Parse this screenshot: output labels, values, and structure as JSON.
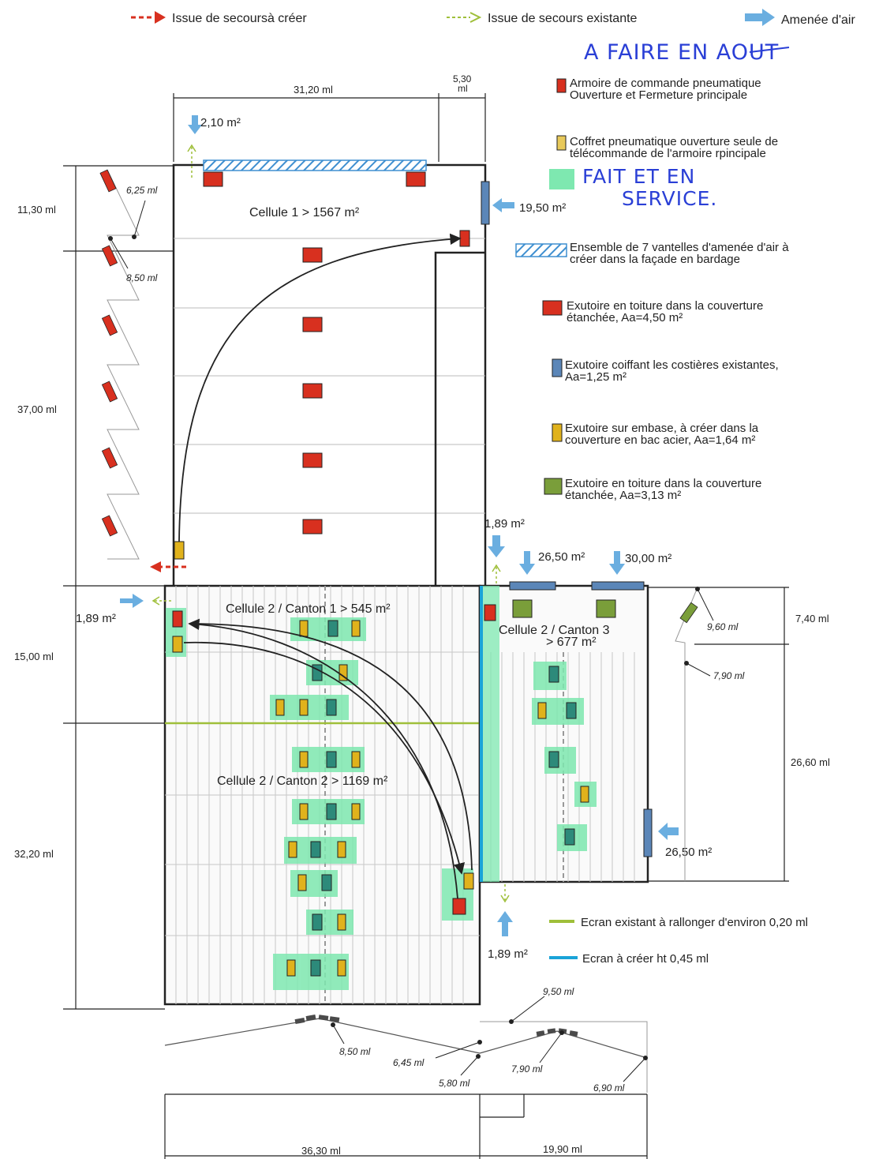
{
  "top_legend": {
    "exit_to_create": "Issue de secoursà créer",
    "existing_exit": "Issue de secours existante",
    "air_inlet": "Amenée d'air"
  },
  "handwritten": {
    "august": "A FAIRE EN AOUT",
    "done_line1": "FAIT ET EN",
    "done_line2": "SERVICE."
  },
  "legend": {
    "pneumatic_cabinet": [
      "Armoire de commande pneumatique",
      "Ouverture et Fermeture principale"
    ],
    "pneumatic_box": [
      "Coffret pneumatique ouverture seule de",
      "télécommande de l'armoire rpincipale"
    ],
    "vantelles": [
      "Ensemble de 7 vantelles d'amenée d'air à",
      "créer dans la façade en bardage"
    ],
    "roof_vent_red": [
      "Exutoire en toiture dans la couverture",
      "étanchée, Aa=4,50 m²"
    ],
    "blue_vent": [
      "Exutoire coiffant les costières existantes,",
      "Aa=1,25 m²"
    ],
    "yellow_vent": [
      "Exutoire sur embase, à créer dans la",
      "couverture en bac acier, Aa=1,64 m²"
    ],
    "green_vent": [
      "Exutoire en toiture dans la couverture",
      "étanchée, Aa=3,13 m²"
    ],
    "screen_existing": "Ecran existant à rallonger d'environ 0,20 ml",
    "screen_create": "Ecran à créer ht 0,45 ml"
  },
  "cells": {
    "cell1": "Cellule 1 > 1567 m²",
    "canton1": "Cellule 2 / Canton 1 > 545 m²",
    "canton2": "Cellule 2 / Canton 2 > 1169 m²",
    "canton3_line1": "Cellule 2 / Canton 3",
    "canton3_line2": "> 677 m²"
  },
  "areas": {
    "a_210": "2,10 m²",
    "a_1950": "19,50 m²",
    "a_189_top": "1,89 m²",
    "a_2650_top": "26,50 m²",
    "a_3000": "30,00 m²",
    "a_189_left": "1,89 m²",
    "a_2650_right": "26,50 m²",
    "a_189_bottom": "1,89 m²"
  },
  "dimensions": {
    "d_3120": "31,20 ml",
    "d_530_1": "5,30",
    "d_530_2": "ml",
    "d_1130": "11,30 ml",
    "d_3700": "37,00 ml",
    "d_1500": "15,00 ml",
    "d_3220": "32,20 ml",
    "d_740": "7,40 ml",
    "d_2660": "26,60 ml",
    "d_3630": "36,30 ml",
    "d_1990": "19,90 ml"
  },
  "section_heights": {
    "h_625": "6,25 ml",
    "h_850_left": "8,50 ml",
    "h_960": "9,60 ml",
    "h_790_right": "7,90 ml",
    "h_950": "9,50 ml",
    "h_850_bottom": "8,50 ml",
    "h_645": "6,45 ml",
    "h_580": "5,80 ml",
    "h_790_bottom": "7,90 ml",
    "h_690": "6,90 ml"
  },
  "colors": {
    "red": "#d8301f",
    "yellow": "#e0b21c",
    "blue": "#5b86b8",
    "green": "#7a9e3a",
    "highlight": "#7ee8b0",
    "arrow_blue": "#6aaee0",
    "hand_blue": "#2a3fd6",
    "screen_green": "#9fbf3a",
    "screen_blue": "#1aa3d8"
  }
}
